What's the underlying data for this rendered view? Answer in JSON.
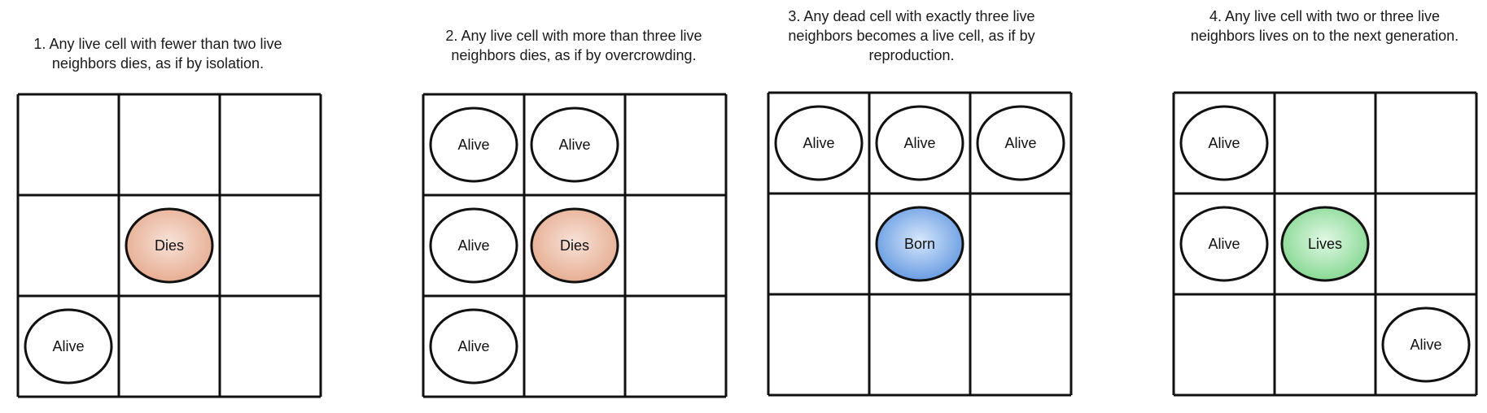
{
  "colors": {
    "alive": "#ffffff",
    "dies": "#e5a98c",
    "born": "#5f96e0",
    "lives": "#7fd68c",
    "stroke": "#111111"
  },
  "panels": [
    {
      "caption": "1. Any live cell with fewer than two live neighbors dies, as if by isolation.",
      "cells": [
        {
          "row": 1,
          "col": 1,
          "label": "Dies",
          "state": "dies"
        },
        {
          "row": 2,
          "col": 0,
          "label": "Alive",
          "state": "alive"
        }
      ]
    },
    {
      "caption": "2. Any live cell with more than three live neighbors dies, as if by overcrowding.",
      "cells": [
        {
          "row": 0,
          "col": 0,
          "label": "Alive",
          "state": "alive"
        },
        {
          "row": 0,
          "col": 1,
          "label": "Alive",
          "state": "alive"
        },
        {
          "row": 1,
          "col": 0,
          "label": "Alive",
          "state": "alive"
        },
        {
          "row": 1,
          "col": 1,
          "label": "Dies",
          "state": "dies"
        },
        {
          "row": 2,
          "col": 0,
          "label": "Alive",
          "state": "alive"
        }
      ]
    },
    {
      "caption": "3. Any dead cell with exactly three live neighbors becomes a live cell, as if by reproduction.",
      "cells": [
        {
          "row": 0,
          "col": 0,
          "label": "Alive",
          "state": "alive"
        },
        {
          "row": 0,
          "col": 1,
          "label": "Alive",
          "state": "alive"
        },
        {
          "row": 0,
          "col": 2,
          "label": "Alive",
          "state": "alive"
        },
        {
          "row": 1,
          "col": 1,
          "label": "Born",
          "state": "born"
        }
      ]
    },
    {
      "caption": "4. Any live cell with two or three live neighbors lives on to the next generation.",
      "cells": [
        {
          "row": 0,
          "col": 0,
          "label": "Alive",
          "state": "alive"
        },
        {
          "row": 1,
          "col": 0,
          "label": "Alive",
          "state": "alive"
        },
        {
          "row": 1,
          "col": 1,
          "label": "Lives",
          "state": "lives"
        },
        {
          "row": 2,
          "col": 2,
          "label": "Alive",
          "state": "alive"
        }
      ]
    }
  ]
}
